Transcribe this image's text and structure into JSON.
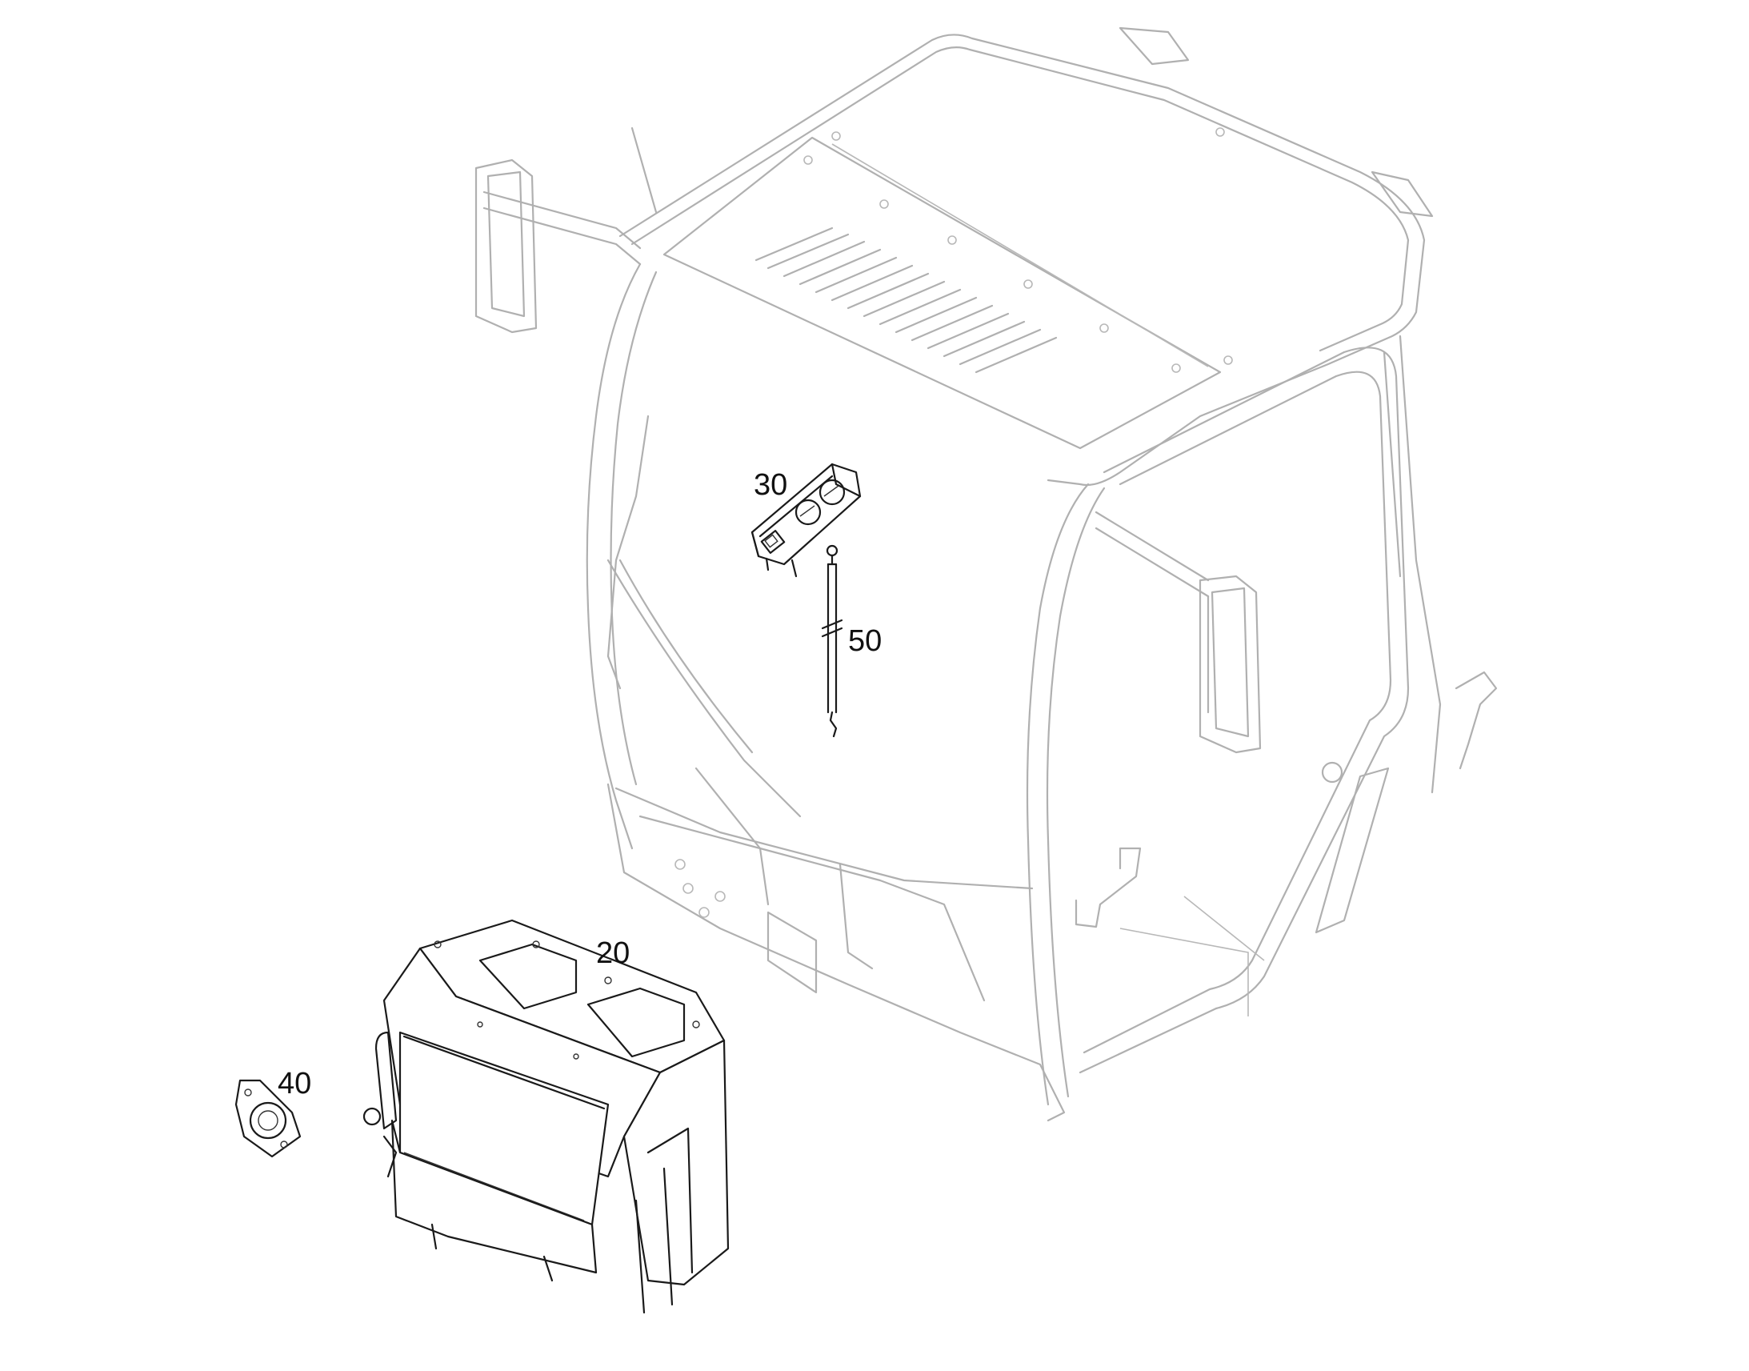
{
  "callouts": {
    "c20": "20",
    "c30": "30",
    "c40": "40",
    "c50": "50"
  },
  "colors": {
    "cab_line": "#b0b0b0",
    "part_line": "#1a1a1a",
    "background": "#ffffff"
  }
}
